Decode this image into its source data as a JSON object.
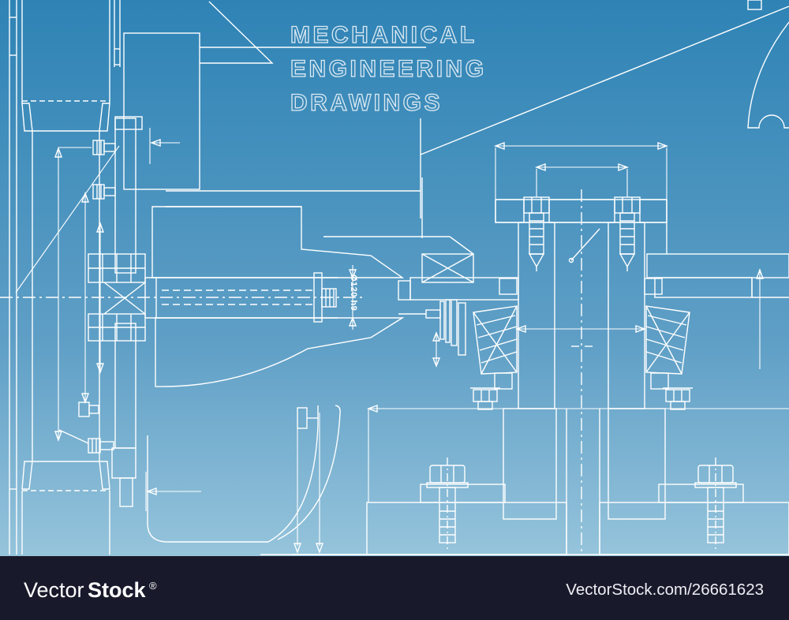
{
  "title": {
    "lines": [
      "MECHANICAL",
      "ENGINEERING",
      "DRAWINGS"
    ]
  },
  "drawing": {
    "dimension_label": "Ø120 h9"
  },
  "watermark": {
    "brand_light": "Vector",
    "brand_bold": "Stock",
    "registered": "®",
    "url": "VectorStock.com/26661623"
  },
  "colors": {
    "background_top": "#2e83b5",
    "background_bottom": "#a6cfe2",
    "line": "#ffffff",
    "watermark_bar": "#181a2b",
    "title_stroke": "#dce9f2"
  }
}
